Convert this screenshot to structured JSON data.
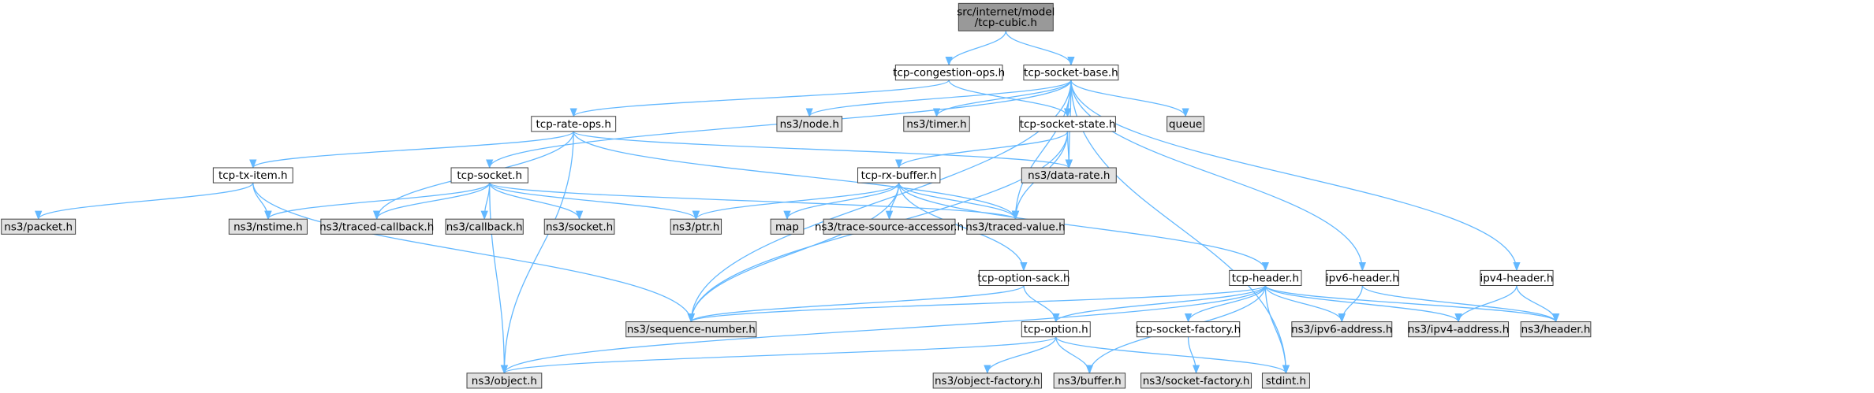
{
  "graph": {
    "root": "src/internet/model/tcp-cubic.h",
    "colors": {
      "root_fill": "#999999",
      "documented_fill": "#ffffff",
      "external_fill": "#e0e0e0",
      "border": "#404040",
      "edge": "#63b8ff"
    },
    "nodes": [
      {
        "id": "root",
        "lines": [
          "src/internet/model",
          "/tcp-cubic.h"
        ],
        "kind": "root"
      },
      {
        "id": "cong",
        "lines": [
          "tcp-congestion-ops.h"
        ],
        "kind": "documented"
      },
      {
        "id": "sockbase",
        "lines": [
          "tcp-socket-base.h"
        ],
        "kind": "documented"
      },
      {
        "id": "rateops",
        "lines": [
          "tcp-rate-ops.h"
        ],
        "kind": "documented"
      },
      {
        "id": "node",
        "lines": [
          "ns3/node.h"
        ],
        "kind": "external"
      },
      {
        "id": "timer",
        "lines": [
          "ns3/timer.h"
        ],
        "kind": "external"
      },
      {
        "id": "sockstate",
        "lines": [
          "tcp-socket-state.h"
        ],
        "kind": "documented"
      },
      {
        "id": "queue",
        "lines": [
          "queue"
        ],
        "kind": "external"
      },
      {
        "id": "txitem",
        "lines": [
          "tcp-tx-item.h"
        ],
        "kind": "documented"
      },
      {
        "id": "tcpsocket",
        "lines": [
          "tcp-socket.h"
        ],
        "kind": "documented"
      },
      {
        "id": "rxbuffer",
        "lines": [
          "tcp-rx-buffer.h"
        ],
        "kind": "documented"
      },
      {
        "id": "datarate",
        "lines": [
          "ns3/data-rate.h"
        ],
        "kind": "external"
      },
      {
        "id": "packet",
        "lines": [
          "ns3/packet.h"
        ],
        "kind": "external"
      },
      {
        "id": "nstime",
        "lines": [
          "ns3/nstime.h"
        ],
        "kind": "external"
      },
      {
        "id": "tracedcb",
        "lines": [
          "ns3/traced-callback.h"
        ],
        "kind": "external"
      },
      {
        "id": "callback",
        "lines": [
          "ns3/callback.h"
        ],
        "kind": "external"
      },
      {
        "id": "socket",
        "lines": [
          "ns3/socket.h"
        ],
        "kind": "external"
      },
      {
        "id": "ptr",
        "lines": [
          "ns3/ptr.h"
        ],
        "kind": "external"
      },
      {
        "id": "map",
        "lines": [
          "map"
        ],
        "kind": "external"
      },
      {
        "id": "tsa",
        "lines": [
          "ns3/trace-source-accessor.h"
        ],
        "kind": "external"
      },
      {
        "id": "tracedval",
        "lines": [
          "ns3/traced-value.h"
        ],
        "kind": "external"
      },
      {
        "id": "optsack",
        "lines": [
          "tcp-option-sack.h"
        ],
        "kind": "documented"
      },
      {
        "id": "header",
        "lines": [
          "tcp-header.h"
        ],
        "kind": "documented"
      },
      {
        "id": "ipv6h",
        "lines": [
          "ipv6-header.h"
        ],
        "kind": "documented"
      },
      {
        "id": "ipv4h",
        "lines": [
          "ipv4-header.h"
        ],
        "kind": "documented"
      },
      {
        "id": "seqnum",
        "lines": [
          "ns3/sequence-number.h"
        ],
        "kind": "external"
      },
      {
        "id": "option",
        "lines": [
          "tcp-option.h"
        ],
        "kind": "documented"
      },
      {
        "id": "sockfact",
        "lines": [
          "tcp-socket-factory.h"
        ],
        "kind": "documented"
      },
      {
        "id": "ipv6addr",
        "lines": [
          "ns3/ipv6-address.h"
        ],
        "kind": "external"
      },
      {
        "id": "ipv4addr",
        "lines": [
          "ns3/ipv4-address.h"
        ],
        "kind": "external"
      },
      {
        "id": "ns3header",
        "lines": [
          "ns3/header.h"
        ],
        "kind": "external"
      },
      {
        "id": "object",
        "lines": [
          "ns3/object.h"
        ],
        "kind": "external"
      },
      {
        "id": "objfact",
        "lines": [
          "ns3/object-factory.h"
        ],
        "kind": "external"
      },
      {
        "id": "buffer",
        "lines": [
          "ns3/buffer.h"
        ],
        "kind": "external"
      },
      {
        "id": "ns3sockfact",
        "lines": [
          "ns3/socket-factory.h"
        ],
        "kind": "external"
      },
      {
        "id": "stdint",
        "lines": [
          "stdint.h"
        ],
        "kind": "external"
      }
    ],
    "edges": [
      [
        "root",
        "cong"
      ],
      [
        "root",
        "sockbase"
      ],
      [
        "cong",
        "rateops"
      ],
      [
        "cong",
        "sockstate"
      ],
      [
        "sockbase",
        "node"
      ],
      [
        "sockbase",
        "timer"
      ],
      [
        "sockbase",
        "sockstate"
      ],
      [
        "sockbase",
        "queue"
      ],
      [
        "sockbase",
        "tcpsocket"
      ],
      [
        "sockbase",
        "datarate"
      ],
      [
        "sockbase",
        "tracedval"
      ],
      [
        "sockbase",
        "ipv6h"
      ],
      [
        "sockbase",
        "ipv4h"
      ],
      [
        "sockbase",
        "seqnum"
      ],
      [
        "sockbase",
        "stdint"
      ],
      [
        "rateops",
        "txitem"
      ],
      [
        "rateops",
        "tracedcb"
      ],
      [
        "rateops",
        "datarate"
      ],
      [
        "rateops",
        "tracedval"
      ],
      [
        "rateops",
        "object"
      ],
      [
        "sockstate",
        "rxbuffer"
      ],
      [
        "sockstate",
        "datarate"
      ],
      [
        "sockstate",
        "tracedval"
      ],
      [
        "sockstate",
        "seqnum"
      ],
      [
        "txitem",
        "packet"
      ],
      [
        "txitem",
        "nstime"
      ],
      [
        "txitem",
        "seqnum"
      ],
      [
        "tcpsocket",
        "nstime"
      ],
      [
        "tcpsocket",
        "tracedcb"
      ],
      [
        "tcpsocket",
        "callback"
      ],
      [
        "tcpsocket",
        "socket"
      ],
      [
        "tcpsocket",
        "ptr"
      ],
      [
        "tcpsocket",
        "tracedval"
      ],
      [
        "tcpsocket",
        "object"
      ],
      [
        "rxbuffer",
        "ptr"
      ],
      [
        "rxbuffer",
        "map"
      ],
      [
        "rxbuffer",
        "tsa"
      ],
      [
        "rxbuffer",
        "tracedval"
      ],
      [
        "rxbuffer",
        "optsack"
      ],
      [
        "rxbuffer",
        "header"
      ],
      [
        "rxbuffer",
        "seqnum"
      ],
      [
        "optsack",
        "option"
      ],
      [
        "optsack",
        "seqnum"
      ],
      [
        "header",
        "seqnum"
      ],
      [
        "header",
        "option"
      ],
      [
        "header",
        "sockfact"
      ],
      [
        "header",
        "ipv6addr"
      ],
      [
        "header",
        "ipv4addr"
      ],
      [
        "header",
        "ns3header"
      ],
      [
        "header",
        "buffer"
      ],
      [
        "header",
        "stdint"
      ],
      [
        "header",
        "object"
      ],
      [
        "option",
        "object"
      ],
      [
        "option",
        "objfact"
      ],
      [
        "option",
        "buffer"
      ],
      [
        "option",
        "stdint"
      ],
      [
        "sockfact",
        "ns3sockfact"
      ],
      [
        "ipv6h",
        "ipv6addr"
      ],
      [
        "ipv6h",
        "ns3header"
      ],
      [
        "ipv4h",
        "ipv4addr"
      ],
      [
        "ipv4h",
        "ns3header"
      ]
    ]
  }
}
